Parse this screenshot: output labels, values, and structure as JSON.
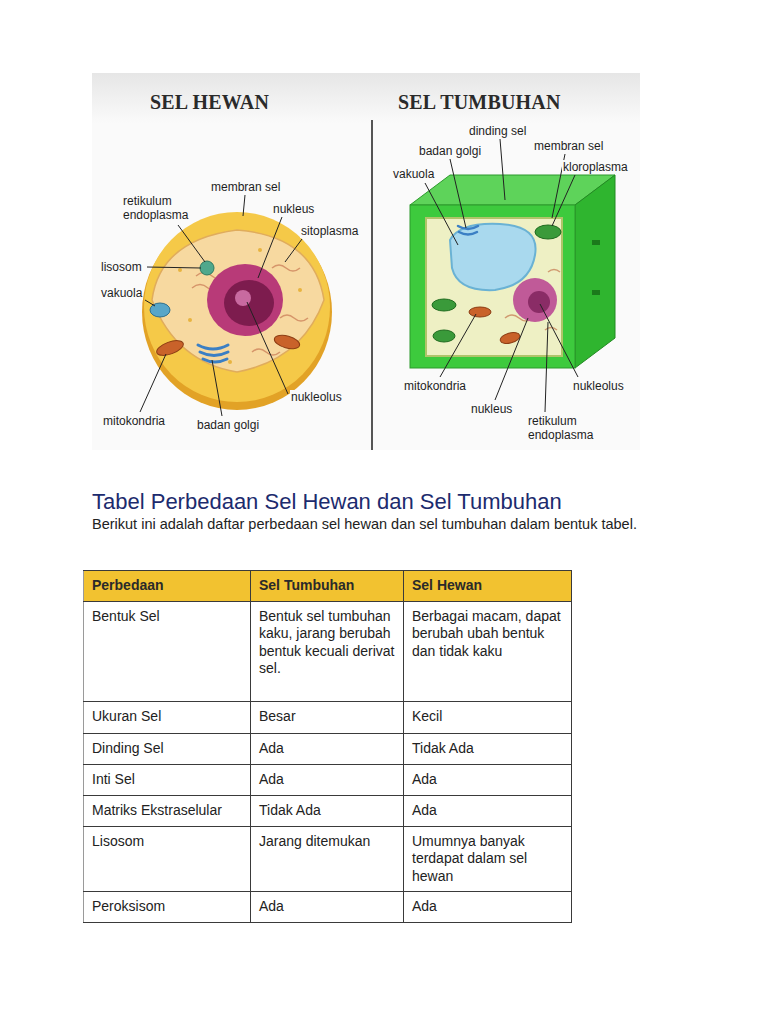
{
  "diagram": {
    "title": "Tabel Perbedaan Sel Hewan dan Sel Tumbuhan",
    "labels": [
      "SEL HEWAN",
      "SEL TUMBUHAN",
      "retikulum endoplasma",
      "membran sel",
      "nukleus",
      "sitoplasma",
      "lisosom",
      "vakuola",
      "mitokondria",
      "badan golgi",
      "nukleolus",
      "dinding sel",
      "badan golgi",
      "membran sel",
      "vakuola",
      "kloroplasma",
      "mitokondria",
      "nukleus",
      "nukleolus",
      "retikulum endoplasma",
      "Berikut ini adalah daftar perbedaan sel hewan dan sel tumbuhan dalam bentuk tabel.",
      "Perbedaan",
      "Sel Tumbuhan",
      "Sel Hewan",
      "Bentuk Sel",
      "Bentuk sel tumbuhan kaku, jarang berubah bentuk kecuali derivat sel.",
      "Berbagai macam, dapat berubah ubah bentuk dan tidak kaku",
      "Ukuran Sel",
      "Besar",
      "Kecil",
      "Dinding Sel",
      "Ada",
      "Tidak Ada",
      "Inti Sel",
      "Ada",
      "Ada",
      "Matriks Ekstraselular",
      "Tidak Ada",
      "Ada",
      "Lisosom",
      "Jarang ditemukan",
      "Umumnya banyak terdapat dalam sel hewan",
      "Peroksisom",
      "Ada",
      "Ada"
    ]
  }
}
